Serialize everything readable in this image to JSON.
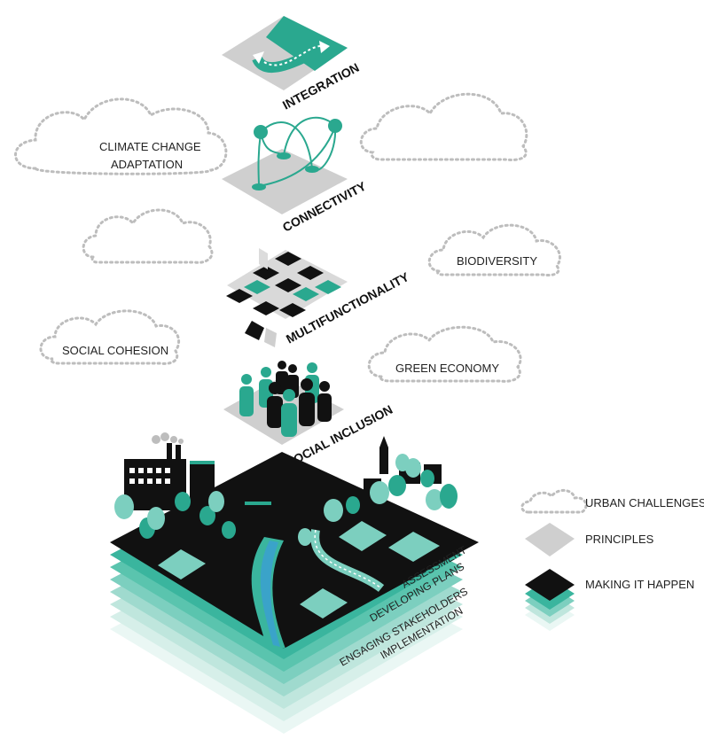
{
  "principles": [
    {
      "key": "integration",
      "label": "INTEGRATION"
    },
    {
      "key": "connectivity",
      "label": "CONNECTIVITY"
    },
    {
      "key": "multifunctionality",
      "label": "MULTIFUNCTIONALITY"
    },
    {
      "key": "social-inclusion",
      "label": "SOCIAL INCLUSION"
    }
  ],
  "challenges": [
    {
      "label_line1": "CLIMATE CHANGE",
      "label_line2": "ADAPTATION"
    },
    {
      "label": "BIODIVERSITY"
    },
    {
      "label": "SOCIAL COHESION"
    },
    {
      "label": "GREEN ECONOMY"
    }
  ],
  "steps": [
    {
      "label": "ASSESSMENT"
    },
    {
      "label": "DEVELOPING PLANS"
    },
    {
      "label": "ENGAGING STAKEHOLDERS"
    },
    {
      "label": "IMPLEMENTATION"
    }
  ],
  "legend": {
    "urban_challenges": "URBAN CHALLENGES",
    "principles": "PRINCIPLES",
    "making_it_happen": "MAKING IT HAPPEN"
  },
  "colors": {
    "teal": "#2aa88f",
    "grey": "#cfcfcf",
    "black": "#111111",
    "water": "#3aa3c9"
  }
}
